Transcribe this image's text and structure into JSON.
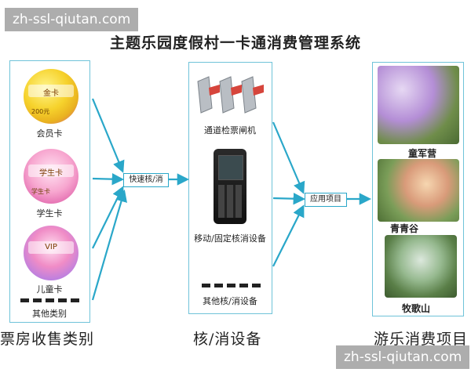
{
  "watermark_top": "zh-ssl-qiutan.com",
  "watermark_bottom": "zh-ssl-qiutan.com",
  "title": "主题乐园度假村一卡通消费管理系统",
  "left_panel": {
    "cards": [
      {
        "label": "会员卡",
        "card_text": "金卡",
        "card_small": "200元"
      },
      {
        "label": "学生卡",
        "card_text": "学生卡",
        "card_small": "学生卡"
      },
      {
        "label": "儿童卡",
        "card_text": "VIP",
        "card_small": ""
      }
    ],
    "other_label": "其他类别",
    "section_label": "票房收售类别"
  },
  "process_box": "快速核/消",
  "middle_panel": {
    "gate_label": "通道检票闸机",
    "device_label": "移动/固定核消设备",
    "other_label": "其他核/消设备",
    "section_label": "核/消设备"
  },
  "app_box": "应用项目",
  "right_panel": {
    "zones": [
      "童军营",
      "青青谷",
      "牧歌山"
    ],
    "section_label": "游乐消费项目"
  },
  "colors": {
    "arrow": "#2aa7c9",
    "panel_border": "#6fc3d9"
  }
}
